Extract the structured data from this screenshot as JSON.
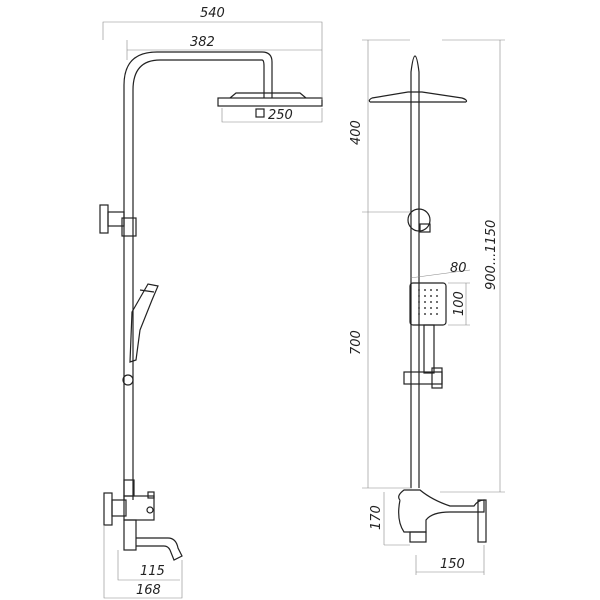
{
  "dimensions": {
    "total_width": "540",
    "arm_length": "382",
    "head_size": "250",
    "head_to_bracket": "400",
    "bracket_to_mixer": "700",
    "total_height": "900...1150",
    "hand_shower_width": "80",
    "hand_shower_height": "100",
    "mixer_height": "170",
    "mixer_depth": "150",
    "spout_length": "115",
    "spout_reach": "168"
  }
}
